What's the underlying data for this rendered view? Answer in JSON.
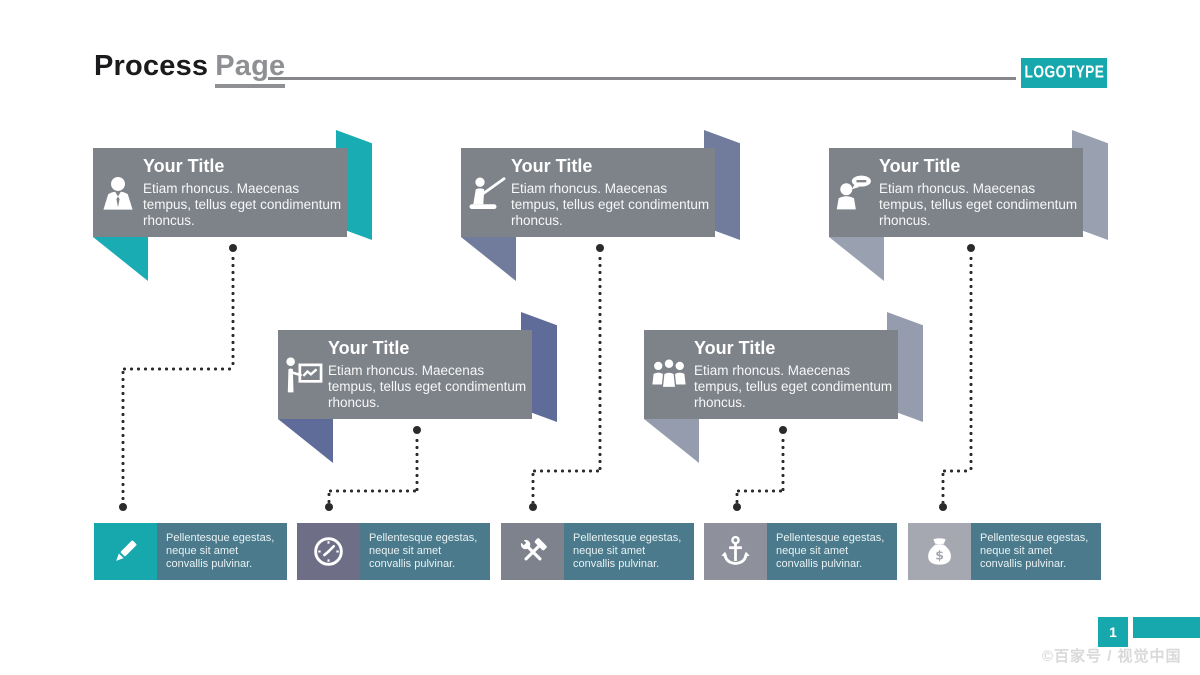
{
  "header": {
    "title_primary": "Process",
    "title_secondary": "Page",
    "logotype": "LOGOTYPE"
  },
  "colors": {
    "accent": "#17A8AE",
    "banner_body": "#7E8289",
    "step_text_bg": "#4A7A8C",
    "connector_dot": "#2E2E2E",
    "header_rule": "#85878B",
    "title_secondary_gray": "#8E9093",
    "watermark_gray": "#D9D9DB"
  },
  "banners": [
    {
      "position": "top-left",
      "title": "Your Title",
      "body": "Etiam rhoncus. Maecenas tempus, tellus eget condimentum rhoncus.",
      "icon": "businessman-icon",
      "fold_color": "#19ADB3"
    },
    {
      "position": "top-center",
      "title": "Your Title",
      "body": "Etiam rhoncus. Maecenas tempus, tellus eget condimentum rhoncus.",
      "icon": "teacher-icon",
      "fold_color": "#717C9D"
    },
    {
      "position": "top-right",
      "title": "Your Title",
      "body": "Etiam rhoncus. Maecenas tempus, tellus eget condimentum rhoncus.",
      "icon": "person-speech-bubble-icon",
      "fold_color": "#99A1B1"
    },
    {
      "position": "middle-left",
      "title": "Your Title",
      "body": "Etiam rhoncus. Maecenas tempus, tellus eget condimentum rhoncus.",
      "icon": "presenter-chart-icon",
      "fold_color": "#5F6C99"
    },
    {
      "position": "middle-right",
      "title": "Your Title",
      "body": "Etiam rhoncus. Maecenas tempus, tellus eget condimentum rhoncus.",
      "icon": "team-icon",
      "fold_color": "#949CAD"
    }
  ],
  "steps": [
    {
      "text": "Pellentesque egestas, neque sit amet convallis pulvinar.",
      "icon": "pencil-icon",
      "icon_bg": "#17A8AE"
    },
    {
      "text": "Pellentesque egestas, neque sit amet convallis pulvinar.",
      "icon": "clock-icon",
      "icon_bg": "#6F6E87"
    },
    {
      "text": "Pellentesque egestas, neque sit amet convallis pulvinar.",
      "icon": "tools-icon",
      "icon_bg": "#7E828D"
    },
    {
      "text": "Pellentesque egestas, neque sit amet convallis pulvinar.",
      "icon": "anchor-icon",
      "icon_bg": "#8E919C"
    },
    {
      "text": "Pellentesque egestas, neque sit amet convallis pulvinar.",
      "icon": "money-bag-icon",
      "icon_bg": "#A5A8B0"
    }
  ],
  "footer": {
    "page_number": "1",
    "watermark": "©百家号 / 视觉中国"
  }
}
